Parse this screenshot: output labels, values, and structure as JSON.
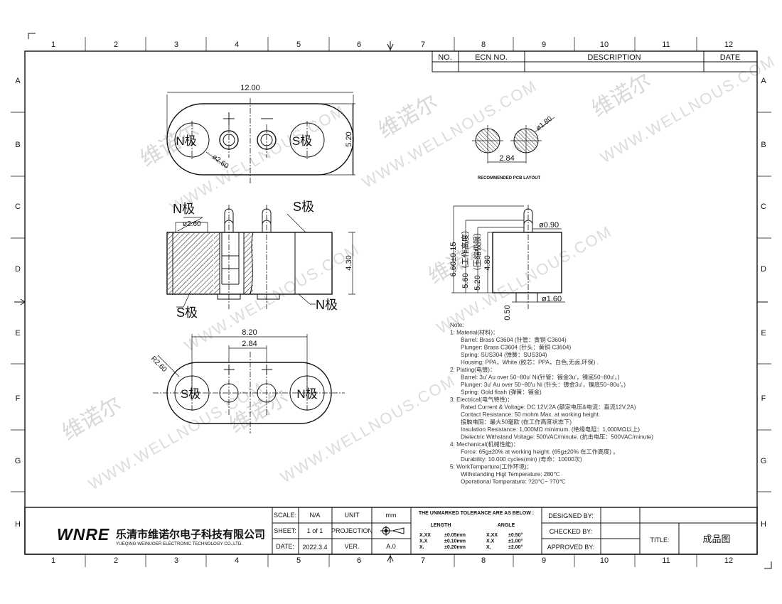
{
  "grid": {
    "columns": [
      "1",
      "2",
      "3",
      "4",
      "5",
      "6",
      "7",
      "8",
      "9",
      "10",
      "11",
      "12"
    ],
    "rows": [
      "A",
      "B",
      "C",
      "D",
      "E",
      "F",
      "G",
      "H"
    ]
  },
  "revision_table": {
    "headers": [
      "NO.",
      "ECN NO.",
      "DESCRIPTION",
      "DATE"
    ]
  },
  "top_view": {
    "width": "12.00",
    "height": "5.20",
    "hole_dia": "ø2.60",
    "left_label": "N极",
    "right_label": "S极",
    "plus": "+",
    "minus": "—"
  },
  "side_view": {
    "top_left_label": "N极",
    "top_right_label": "S极",
    "bottom_left_label": "S极",
    "bottom_right_label": "N极",
    "hole_dia": "ø2.60",
    "height": "4.30"
  },
  "bottom_view": {
    "overall": "8.20",
    "pitch": "2.84",
    "radius": "R2.60",
    "left_label": "S极",
    "right_label": "N极"
  },
  "pcb_layout": {
    "pitch": "2.84",
    "pad_dia": "ø1.80",
    "caption": "RECOMMENDED PCB LAYOUT"
  },
  "profile_view": {
    "total": "6.60±0.15",
    "working": "5.60（工作高度）",
    "compressed": "5.20（压缩极限）",
    "body": "4.80",
    "tail": "0.50",
    "plunger_dia": "ø0.90",
    "tail_dia": "ø1.60"
  },
  "notes": {
    "lines": [
      "Note:",
      "1: Material(材料)：",
      "Barrel: Brass C3604 (针管：黄铜 C3604)",
      "Plunger: Brass C3604  (针头：黄铜 C3604)",
      "Spring: SUS304  (弹簧：SUS304)",
      "Housing: PPA，White (胶芯：PPA，白色,无卤,环保) .",
      "2: Plating(电镀)：",
      "Barrel: 3u' Au over 50~80u' Ni(针管：镀金3u'，镍底50~80u'。)",
      "Plunger: 3u' Au over 50~80'u Ni (针头：镀金3u'，镍底50~80u'。)",
      "Spring: Gold flash (弹簧：镀金)",
      "3: Electrical(电气特性)：",
      "Rated Current & Voltage: DC 12V;2A (额定电压&电流：直流12V,2A)",
      "Contact Resistance: 50 mohm Max. at working height.",
      "接触电阻：最大50毫欧 (在工作高度状态下)",
      "Insulation Resistance: 1,000MΩ minimum. (绝缘电阻：1,000MΩ以上)",
      "Dielectric Withstand Voltage: 500VAC/minute. (抗击电压：500VAC/minute)",
      "4: Mechanical(机械性能)：",
      "Force: 65g±20% at working height. (65g±20% 在工作高度) 。",
      "Durability: 10.000 cycles(min) (寿命：10000次)",
      "5: WorkTemperture(工作环境)：",
      "Withstanding Higt Temperature: 280℃",
      "Operational Temperature: ?20℃~ ?70℃"
    ],
    "indent": [
      false,
      false,
      true,
      true,
      true,
      true,
      false,
      true,
      true,
      true,
      false,
      true,
      true,
      true,
      true,
      true,
      false,
      true,
      true,
      false,
      true,
      true
    ]
  },
  "title_block": {
    "logo": "WNRE",
    "company_cn": "乐清市维诺尔电子科技有限公司",
    "company_en": "YUEQING WEINUOER ELECTRONIC TECHNOLOGY CO.,LTD.",
    "scale_label": "SCALE:",
    "scale": "N/A",
    "unit_label": "UNIT",
    "unit": "mm",
    "sheet_label": "SHEET:",
    "sheet": "1 of 1",
    "projection_label": "PROJECTION",
    "date_label": "DATE:",
    "date": "2022.3.4",
    "ver_label": "VER.",
    "ver": "A.0",
    "tolerance_title": "THE UNMARKED TOLERANCE ARE AS BELOW :",
    "length_label": "LENGTH",
    "angle_label": "ANGLE",
    "length_tol": [
      [
        "X.XX",
        "±0.05mm"
      ],
      [
        "X.X",
        "±0.10mm"
      ],
      [
        "X.",
        "±0.20mm"
      ]
    ],
    "angle_tol": [
      [
        "X.XX",
        "±0.50°"
      ],
      [
        "X.X",
        "±1.00°"
      ],
      [
        "X.",
        "±2.00°"
      ]
    ],
    "designed_label": "DESIGNED BY:",
    "checked_label": "CHECKED BY:",
    "approved_label": "APPROVED BY:",
    "title_label": "TITLE:",
    "title": "成品图"
  },
  "watermark": {
    "cn": "维诺尔",
    "en": "WWW.WELLNOUS.COM"
  }
}
